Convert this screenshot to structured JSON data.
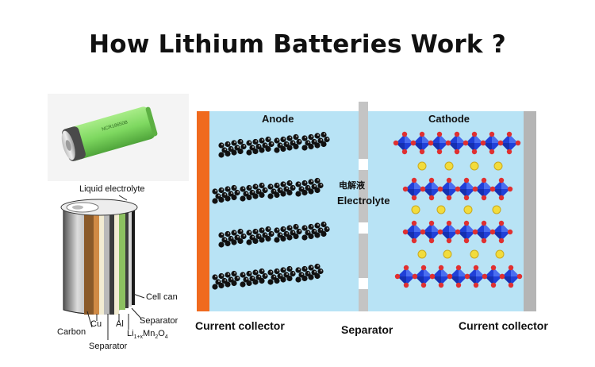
{
  "title": "How Lithium Batteries Work ?",
  "battery_photo": {
    "label_text": "NCR18650B"
  },
  "cell_diagram": {
    "labels": {
      "liquid_electrolyte": "Liquid electrolyte",
      "cell_can": "Cell can",
      "separator_right": "Separator",
      "carbon": "Carbon",
      "cu": "Cu",
      "al": "Al",
      "cathode_formula_li": "Li",
      "cathode_formula_sub": "1+x",
      "cathode_formula_mn": "Mn",
      "cathode_formula_2": "2",
      "cathode_formula_o": "O",
      "cathode_formula_4": "4",
      "separator_bottom": "Separator"
    }
  },
  "schematic": {
    "anode": "Anode",
    "cathode": "Cathode",
    "electrolyte_cn": "电解液",
    "electrolyte": "Electrolyte",
    "current_collector_left": "Current collector",
    "separator": "Separator",
    "current_collector_right": "Current collector"
  },
  "colors": {
    "electrolyte_bg": "#b8e3f5",
    "collector_left": "#f06a1e",
    "collector_right": "#b5b5b5",
    "separator": "#c4c4c4",
    "cathode_blue": "#2040d8",
    "cathode_red": "#e03030",
    "lithium_ion": "#f2dc3c",
    "battery_green": "#7ed860"
  }
}
